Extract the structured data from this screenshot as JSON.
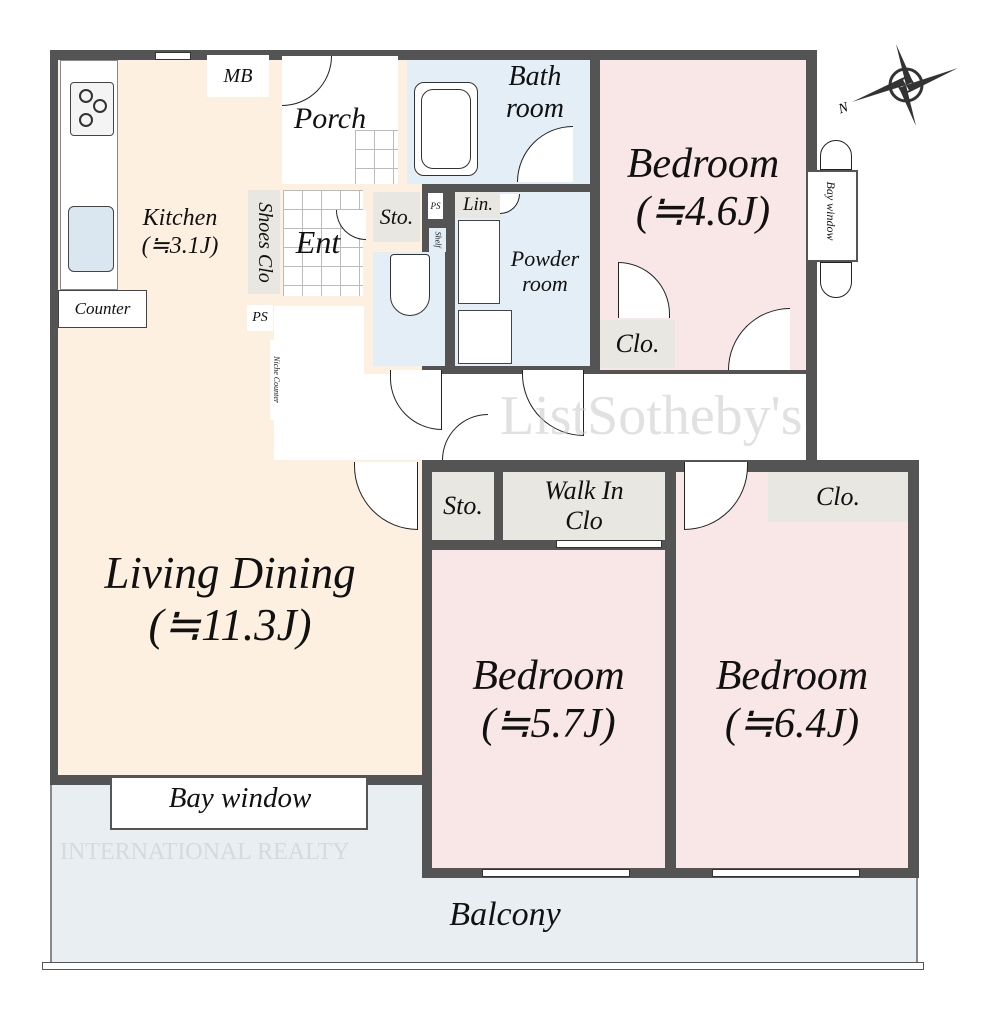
{
  "rooms": {
    "kitchen": {
      "name": "Kitchen",
      "size": "(≒3.1J)"
    },
    "counter": "Counter",
    "mb": "MB",
    "porch": "Porch",
    "bathroom": "Bath room",
    "bedroom_top": {
      "name": "Bedroom",
      "size": "(≒4.6J)"
    },
    "bay_window_side": "Bay window",
    "shoes_clo": "Shoes Clo",
    "ps_1": "PS",
    "ps_2": "PS",
    "ent": "Ent",
    "sto_1": "Sto.",
    "shelf": "Shelf",
    "lin": "Lin.",
    "powder_room": "Powder room",
    "clo_top": "Clo.",
    "niche_counter": "Niche Counter",
    "living_dining": {
      "name": "Living Dining",
      "size": "(≒11.3J)"
    },
    "sto_2": "Sto.",
    "walk_in_clo": "Walk In Clo",
    "clo_right": "Clo.",
    "bedroom_mid": {
      "name": "Bedroom",
      "size": "(≒5.7J)"
    },
    "bedroom_right": {
      "name": "Bedroom",
      "size": "(≒6.4J)"
    },
    "bay_window": "Bay window",
    "balcony": "Balcony"
  },
  "watermark": {
    "brand": "ListSotheby's",
    "sub": "INTERNATIONAL REALTY"
  },
  "compass": {
    "north_label": "N"
  },
  "colors": {
    "wall": "#545454",
    "bedroom": "#f8e7e6",
    "living": "#fdf0e1",
    "wet": "#e3eef6",
    "closet": "#e9e7e1",
    "balcony": "#e9eef2"
  }
}
